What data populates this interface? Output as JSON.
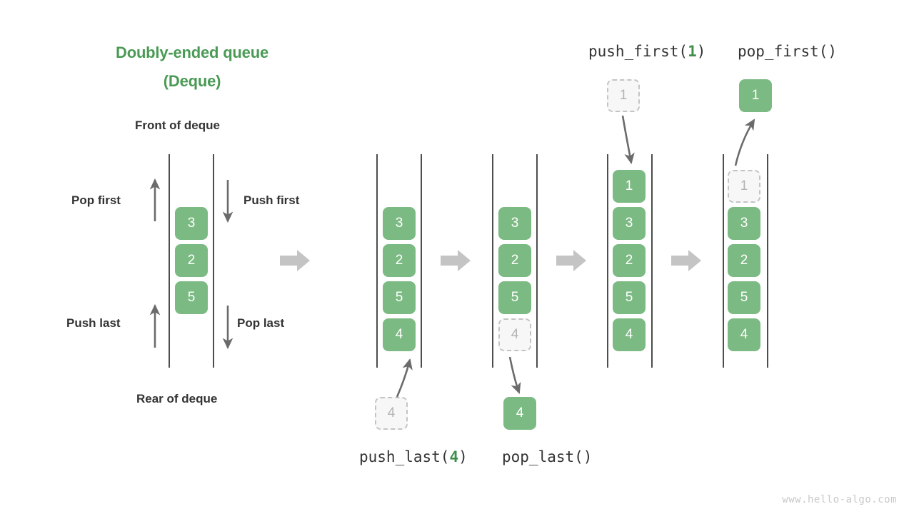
{
  "title": {
    "line1": "Doubly-ended queue",
    "line2": "(Deque)",
    "color": "#4a9a55"
  },
  "labels": {
    "front": "Front of deque",
    "rear": "Rear of deque",
    "pop_first": "Pop first",
    "push_first": "Push first",
    "push_last": "Push last",
    "pop_last": "Pop last"
  },
  "captions": {
    "push_first": {
      "name": "push_first(",
      "arg": "1",
      "close": ")"
    },
    "pop_first": {
      "name": "pop_first()"
    },
    "push_last": {
      "name": "push_last(",
      "arg": "4",
      "close": ")"
    },
    "pop_last": {
      "name": "pop_last()"
    }
  },
  "colors": {
    "box_fill": "#7cba83",
    "box_text": "#ffffff",
    "ghost_fill": "#f7f7f7",
    "ghost_border": "#c4c4c4",
    "ghost_text": "#b3b3b3",
    "rail": "#4d4d4d",
    "block_arrow": "#c4c4c4",
    "line_arrow": "#6b6b6b",
    "accent_green": "#3f8f4b",
    "text_dark": "#333333",
    "watermark": "#c9c9c9"
  },
  "watermark": "www.hello-algo.com",
  "chart_data": {
    "type": "diagram",
    "title": "Doubly-ended queue (Deque)",
    "columns": [
      {
        "id": "legend",
        "operation": "legend",
        "items": [
          "3",
          "2",
          "5"
        ],
        "ghost": null,
        "external": null,
        "caption": null
      },
      {
        "id": "after-push-last",
        "operation": "push_last(4)",
        "items": [
          "3",
          "2",
          "5",
          "4"
        ],
        "ghost": null,
        "external": {
          "value": "4",
          "style": "ghost",
          "position": "below"
        },
        "caption": "push_last(4)"
      },
      {
        "id": "after-pop-last",
        "operation": "pop_last()",
        "items": [
          "3",
          "2",
          "5"
        ],
        "ghost": {
          "value": "4",
          "position": "bottom"
        },
        "external": {
          "value": "4",
          "style": "solid",
          "position": "below"
        },
        "caption": "pop_last()"
      },
      {
        "id": "after-push-first",
        "operation": "push_first(1)",
        "items": [
          "1",
          "3",
          "2",
          "5",
          "4"
        ],
        "ghost": null,
        "external": {
          "value": "1",
          "style": "ghost",
          "position": "above"
        },
        "caption": "push_first(1)"
      },
      {
        "id": "after-pop-first",
        "operation": "pop_first()",
        "items": [
          "3",
          "2",
          "5",
          "4"
        ],
        "ghost": {
          "value": "1",
          "position": "top"
        },
        "external": {
          "value": "1",
          "style": "solid",
          "position": "above"
        },
        "caption": "pop_first()"
      }
    ],
    "legend_values": [
      "3",
      "2",
      "5"
    ],
    "operations": [
      "push_first",
      "pop_first",
      "push_last",
      "pop_last"
    ]
  }
}
